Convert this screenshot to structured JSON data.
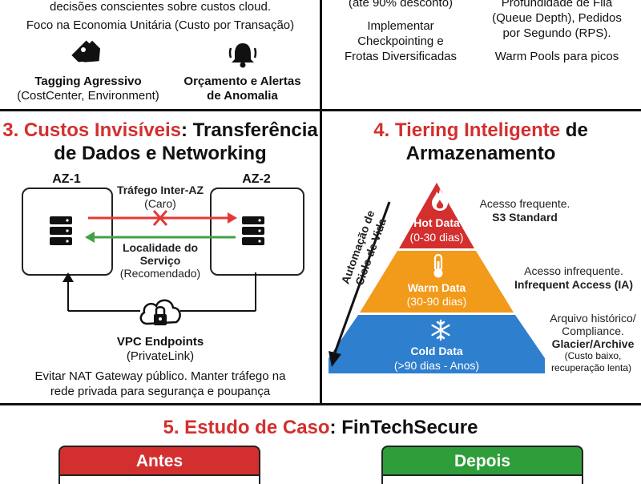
{
  "colors": {
    "accent_red": "#d32f2f",
    "hot": "#d32f2f",
    "warm": "#f29a1a",
    "cold": "#2f7fcf",
    "green": "#2e9e3a",
    "arrow_red": "#e53935",
    "arrow_green": "#43a047"
  },
  "top_left": {
    "intro_line1": "decisões conscientes sobre custos cloud.",
    "intro_line2": "Foco na Economia Unitária (Custo por Transação)",
    "item1": {
      "icon": "tag-icon",
      "title": "Tagging Agressivo",
      "sub": "(CostCenter, Environment)"
    },
    "item2": {
      "icon": "bell-icon",
      "title_line1": "Orçamento e Alertas",
      "title_line2": "de Anomalia"
    }
  },
  "top_mid": {
    "line0": "(até 90% desconto)",
    "line1": "Implementar",
    "line2": "Checkpointing e",
    "line3": "Frotas Diversificadas"
  },
  "top_right": {
    "line0": "Profundidade de Fila",
    "line1": "(Queue Depth), Pedidos",
    "line2": "por Segundo (RPS).",
    "line3": "Warm Pools para picos"
  },
  "section3": {
    "title_red": "3. Custos Invisíveis",
    "title_rest": ": Transferência",
    "title_line2": "de Dados e Networking",
    "az1": "AZ-1",
    "az2": "AZ-2",
    "traffic_label": "Tráfego Inter-AZ",
    "traffic_sub": "(Caro)",
    "locality_label_line1": "Localidade do",
    "locality_label_line2": "Serviço",
    "locality_sub": "(Recomendado)",
    "vpc_label": "VPC Endpoints",
    "vpc_sub": "(PrivateLink)",
    "footer_line1": "Evitar NAT Gateway público. Manter tráfego na",
    "footer_line2": "rede privada para segurança e poupança"
  },
  "section4": {
    "title_red": "4. Tiering Inteligente",
    "title_rest": " de",
    "title_line2": "Armazenamento",
    "lifecycle_line1": "Automação de",
    "lifecycle_line2": "Ciclo de Vida",
    "tiers": [
      {
        "name": "Hot Data",
        "range": "(0-30 dias)",
        "icon": "flame-icon",
        "desc_line1": "Acesso frequente.",
        "desc_bold": "S3 Standard"
      },
      {
        "name": "Warm Data",
        "range": "(30-90 dias)",
        "icon": "thermometer-icon",
        "desc_line1": "Acesso infrequente.",
        "desc_bold": "Infrequent Access (IA)"
      },
      {
        "name": "Cold Data",
        "range": "(>90 dias - Anos)",
        "icon": "snowflake-icon",
        "desc_line1": "Arquivo histórico/",
        "desc_line2": "Compliance.",
        "desc_bold": "Glacier/Archive",
        "desc_small1": "(Custo baixo,",
        "desc_small2": "recuperação lenta)"
      }
    ]
  },
  "section5": {
    "title_red": "5. Estudo de Caso",
    "title_rest": ": FinTechSecure",
    "before": "Antes",
    "after": "Depois"
  }
}
